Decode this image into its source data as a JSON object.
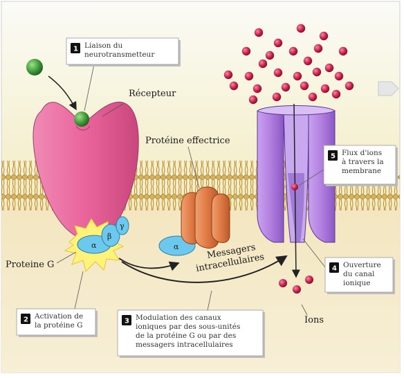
{
  "labels": {
    "receptor": "Récepteur",
    "effector": "Protéine effectrice",
    "g_protein": "Proteine G",
    "messengers_1": "Messagers",
    "messengers_2": "intracellulaires",
    "ions": "Ions"
  },
  "subunits": {
    "alpha": "α",
    "beta": "β",
    "gamma": "γ",
    "alpha_free": "α"
  },
  "steps": [
    {
      "number": "1",
      "lines": [
        "Liaison du",
        "neurotransmetteur"
      ]
    },
    {
      "number": "2",
      "lines": [
        "Activation de",
        "la protéine G"
      ]
    },
    {
      "number": "3",
      "lines": [
        "Modulation des canaux",
        "ioniques par des sous-unités",
        "de la protéine G ou par des",
        "messagers intracellulaires"
      ]
    },
    {
      "number": "4",
      "lines": [
        "Ouverture",
        "du canal",
        "ionique"
      ]
    },
    {
      "number": "5",
      "lines": [
        "Flux d'ions",
        "à travers la",
        "membrane"
      ]
    }
  ],
  "colors": {
    "receptor": "#e9649a",
    "channel": "#b27fe0",
    "effector": "#e07a45",
    "g_subunit": "#6cc8ec",
    "neurotransmitter": "#3f9a3a",
    "ion": "#c81f4a",
    "membrane_head": "#d7b25a"
  }
}
